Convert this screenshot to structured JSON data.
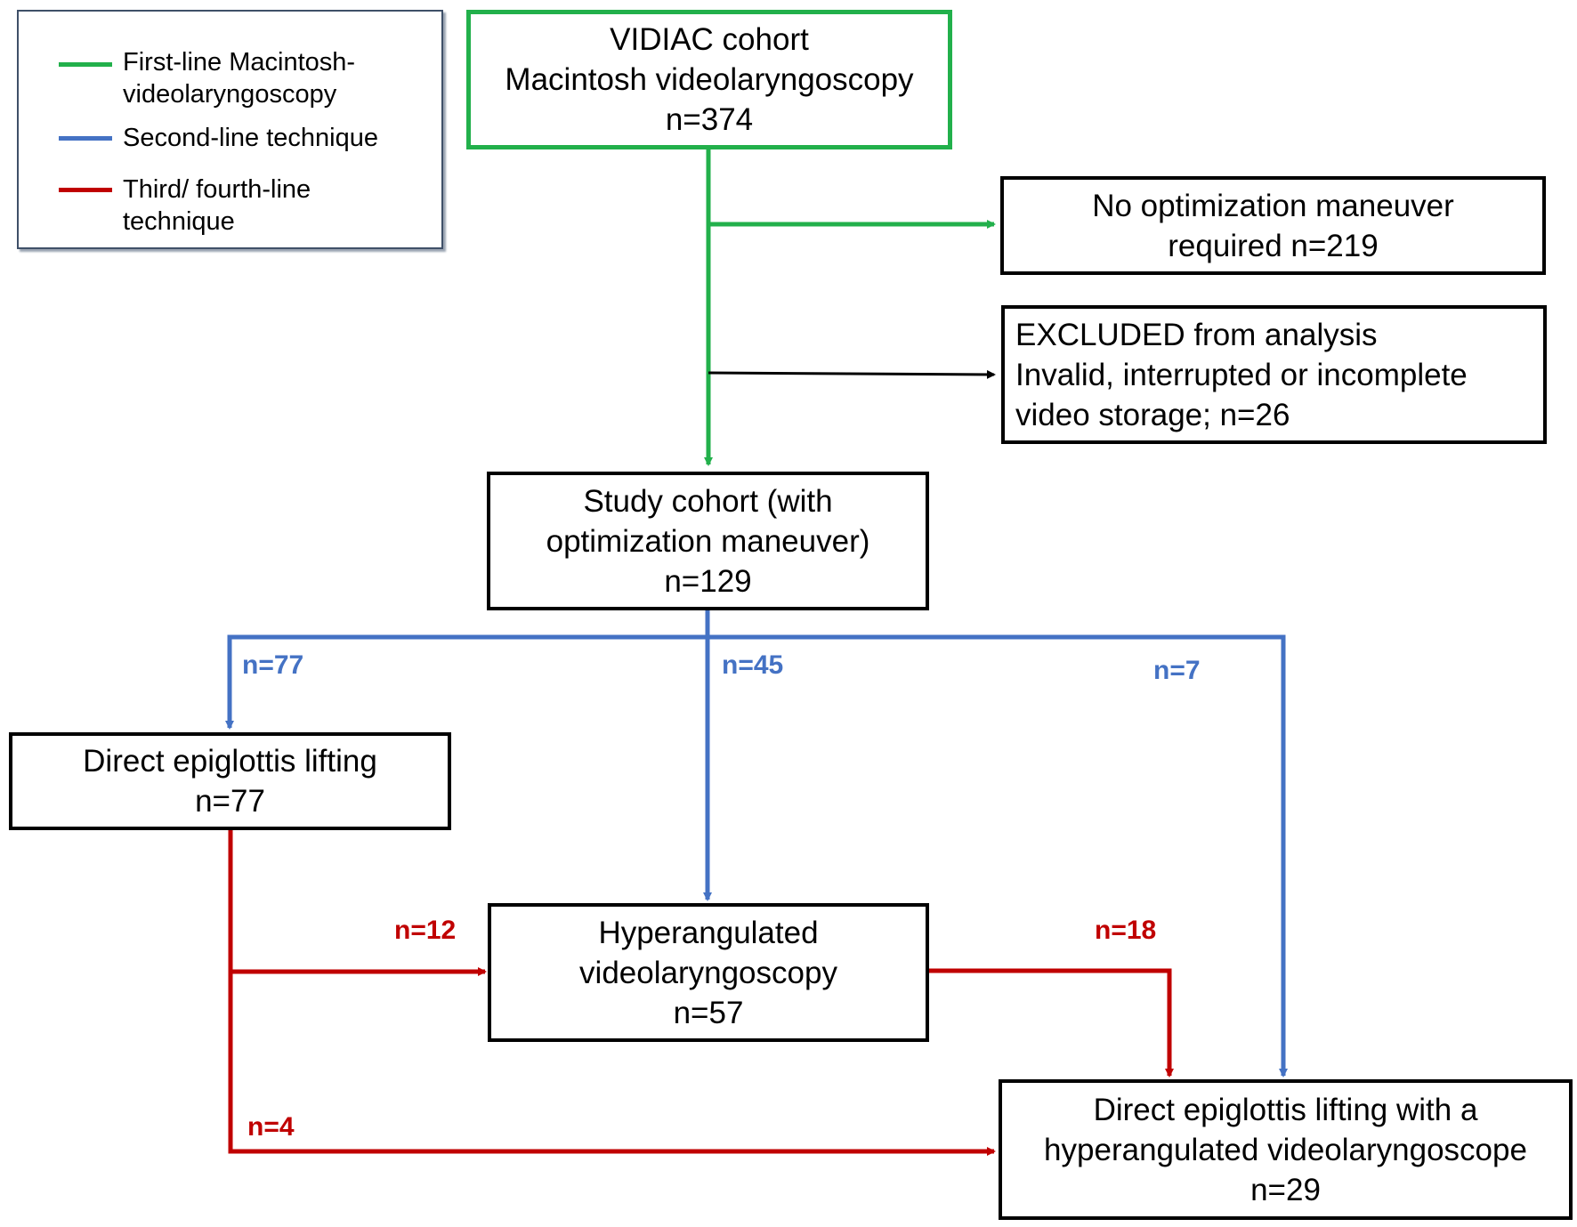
{
  "colors": {
    "first_line": "#22b04b",
    "second_line": "#4472c4",
    "third_fourth_line": "#c00000",
    "neutral": "#000000"
  },
  "legend": {
    "items": [
      {
        "color": "#22b04b",
        "lines": [
          "First-line Macintosh-",
          "videolaryngoscopy"
        ]
      },
      {
        "color": "#4472c4",
        "lines": [
          "Second-line technique"
        ]
      },
      {
        "color": "#c00000",
        "lines": [
          "Third/ fourth-line",
          "technique"
        ]
      }
    ]
  },
  "nodes": {
    "vidiac": {
      "lines": [
        "VIDIAC cohort",
        "Macintosh videolaryngoscopy",
        "n=374"
      ]
    },
    "no_optimization": {
      "lines": [
        "No optimization maneuver",
        "required n=219"
      ]
    },
    "excluded": {
      "lines": [
        "EXCLUDED from analysis",
        "Invalid, interrupted or incomplete",
        "video storage; n=26"
      ]
    },
    "study_cohort": {
      "lines": [
        "Study cohort (with",
        "optimization maneuver)",
        "n=129"
      ]
    },
    "direct_lifting": {
      "lines": [
        "Direct epiglottis lifting",
        "n=77"
      ]
    },
    "hyperangulated": {
      "lines": [
        "Hyperangulated",
        "videolaryngoscopy",
        "n=57"
      ]
    },
    "combined": {
      "lines": [
        "Direct epiglottis lifting with a",
        "hyperangulated videolaryngoscope",
        "n=29"
      ]
    }
  },
  "edge_labels": {
    "to_direct": "n=77",
    "to_hyper": "n=45",
    "to_combined_blue": "n=7",
    "direct_to_hyper": "n=12",
    "hyper_to_combined": "n=18",
    "direct_to_combined": "n=4"
  }
}
